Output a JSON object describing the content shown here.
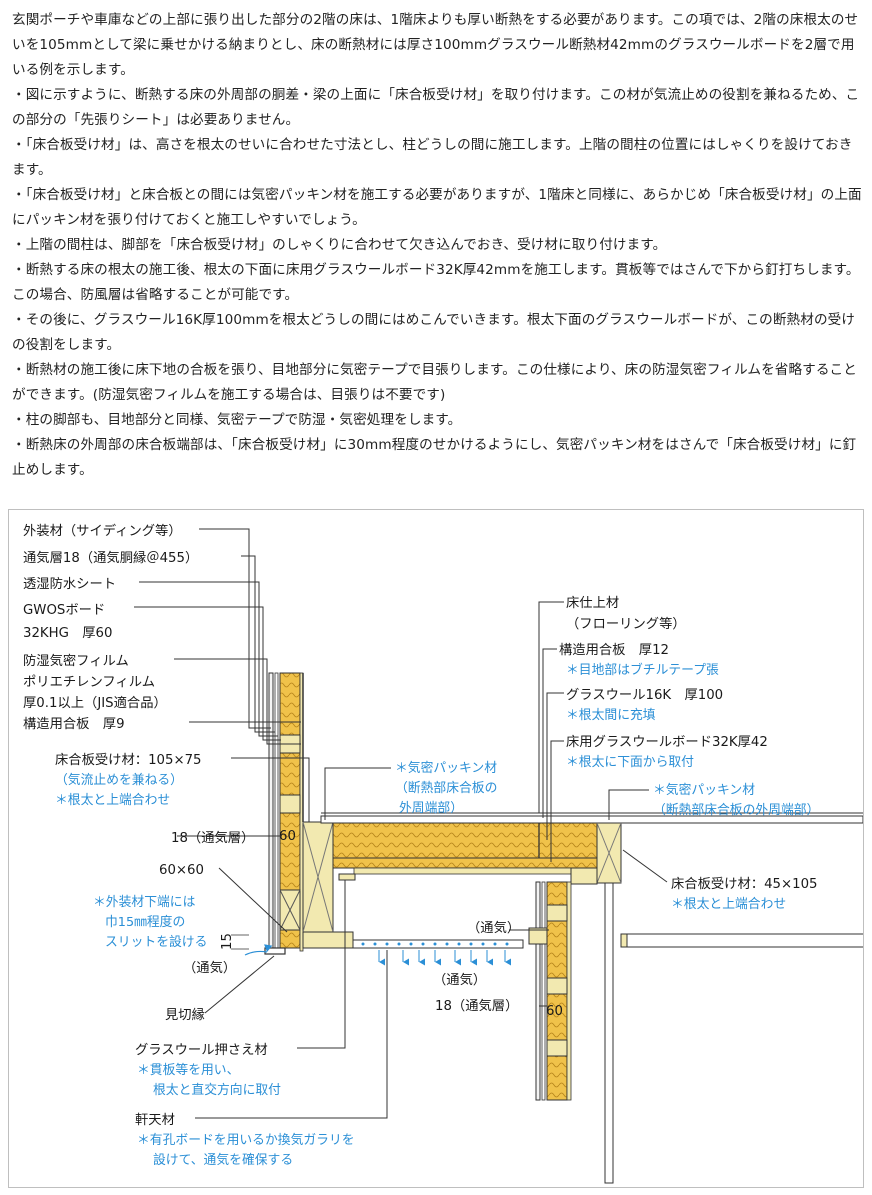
{
  "article": {
    "paragraphs": [
      "玄関ポーチや車庫などの上部に張り出した部分の2階の床は、1階床よりも厚い断熱をする必要があります。この項では、2階の床根太のせいを105mmとして梁に乗せかける納まりとし、床の断熱材には厚さ100mmグラスウール断熱材42mmのグラスウールボードを2層で用いる例を示します。",
      "・図に示すように、断熱する床の外周部の胴差・梁の上面に「床合板受け材」を取り付けます。この材が気流止めの役割を兼ねるため、この部分の「先張りシート」は必要ありません。",
      "・「床合板受け材」は、高さを根太のせいに合わせた寸法とし、柱どうしの間に施工します。上階の間柱の位置にはしゃくりを設けておきます。",
      "・「床合板受け材」と床合板との間には気密パッキン材を施工する必要がありますが、1階床と同様に、あらかじめ「床合板受け材」の上面にパッキン材を張り付けておくと施工しやすいでしょう。",
      "・上階の間柱は、脚部を「床合板受け材」のしゃくりに合わせて欠き込んでおき、受け材に取り付けます。",
      "・断熱する床の根太の施工後、根太の下面に床用グラスウールボード32K厚42mmを施工します。貫板等ではさんで下から釘打ちします。この場合、防風層は省略することが可能です。",
      "・その後に、グラスウール16K厚100mmを根太どうしの間にはめこんでいきます。根太下面のグラスウールボードが、この断熱材の受けの役割をします。",
      "・断熱材の施工後に床下地の合板を張り、目地部分に気密テープで目張りします。この仕様により、床の防湿気密フィルムを省略することができます。(防湿気密フィルムを施工する場合は、目張りは不要です)",
      "・柱の脚部も、目地部分と同様、気密テープで防湿・気密処理をします。",
      "・断熱床の外周部の床合板端部は、「床合板受け材」に30mm程度のせかけるようにし、気密パッキン材をはさんで「床合板受け材」に釘止めします。"
    ]
  },
  "figure": {
    "left_labels": {
      "siding": "外装材（サイディング等）",
      "vent_layer": "通気層18（通気胴縁＠455）",
      "breather_sheet": "透湿防水シート",
      "gwos_1": "GWOSボード",
      "gwos_2": "32KHG　厚60",
      "vapor_1": "防湿気密フィルム",
      "vapor_2": "ポリエチレンフィルム",
      "vapor_3": "厚0.1以上（JIS適合品）",
      "struct_ply": "構造用合板　厚9",
      "receiver_1": "床合板受け材：105×75",
      "receiver_2": "（気流止めを兼ねる）",
      "receiver_3": "＊根太と上端合わせ",
      "vent18_left": "18（通気層）",
      "size_60": "60×60",
      "slit_1": "＊外装材下端には",
      "slit_2": "巾15㎜程度の",
      "slit_3": "スリットを設ける",
      "dim_15": "15",
      "air_left": "（通気）",
      "trim": "見切縁",
      "gw_holder_1": "グラスウール押さえ材",
      "gw_holder_2": "＊貫板等を用い、",
      "gw_holder_3": "根太と直交方向に取付",
      "soffit_1": "軒天材",
      "soffit_2": "＊有孔ボードを用いるか換気ガラリを",
      "soffit_3": "設けて、通気を確保する"
    },
    "right_labels": {
      "floor_finish_1": "床仕上材",
      "floor_finish_2": "（フローリング等）",
      "struct_ply12_1": "構造用合板　厚12",
      "struct_ply12_2": "＊目地部はブチルテープ張",
      "gw16_1": "グラスウール16K　厚100",
      "gw16_2": "＊根太間に充填",
      "floor_board_1": "床用グラスウールボード32K厚42",
      "floor_board_2": "＊根太に下面から取付",
      "packing_c1": "＊気密パッキン材",
      "packing_c2": "（断熱部床合板の",
      "packing_c3": "外周端部）",
      "packing_r1": "＊気密パッキン材",
      "packing_r2": "（断熱部床合板の外周端部）",
      "receiver_r1": "床合板受け材：45×105",
      "receiver_r2": "＊根太と上端合わせ",
      "air_mid": "（通気）",
      "air_bottom": "（通気）",
      "vent18_right": "18（通気層）",
      "num_60_left": "60",
      "num_60_right": "60"
    },
    "colors": {
      "insulation": "#f0c24a",
      "wood": "#f2e9b0",
      "line": "#333333",
      "note_blue": "#2b8fd6"
    }
  }
}
